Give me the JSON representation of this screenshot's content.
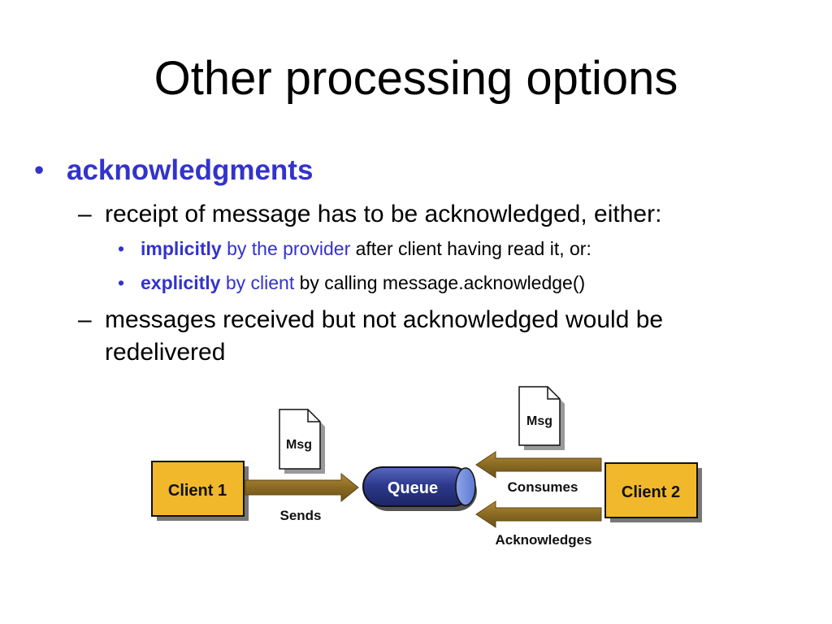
{
  "slide": {
    "title": "Other processing options",
    "bullets": [
      {
        "text": "acknowledgments",
        "sub": [
          {
            "text": "receipt of message has to be acknowledged, either:",
            "sub": [
              {
                "term": "implicitly",
                "agent": "by the provider",
                "rest": "after client having read it, or:"
              },
              {
                "term": "explicitly",
                "agent": "by client",
                "rest": "by calling message.acknowledge()"
              }
            ]
          },
          {
            "text": "messages received but not acknowledged would be redelivered"
          }
        ]
      }
    ]
  },
  "diagram": {
    "client1": "Client 1",
    "client2": "Client 2",
    "queue": "Queue",
    "msg_left": "Msg",
    "msg_right": "Msg",
    "sends": "Sends",
    "consumes": "Consumes",
    "acknowledges": "Acknowledges"
  },
  "colors": {
    "accent": "#3333cc",
    "client_box": "#f0b82a",
    "arrow": "#8a6a22",
    "queue": "#2d3a8c"
  }
}
